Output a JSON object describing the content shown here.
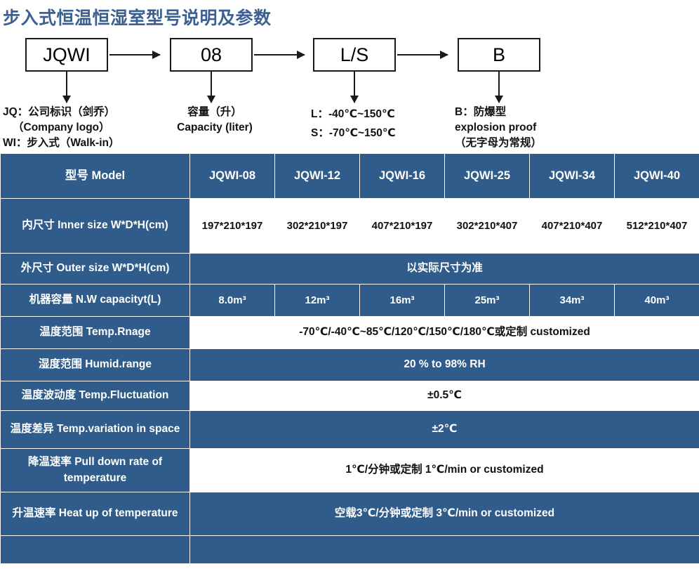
{
  "title": "步入式恒温恒湿室型号说明及参数",
  "diagram": {
    "nodes": [
      {
        "label": "JQWI"
      },
      {
        "label": "08"
      },
      {
        "label": "L/S"
      },
      {
        "label": "B"
      }
    ],
    "legends": [
      {
        "lines": [
          "JQ：公司标识（剑乔）",
          "（Company logo）",
          "WI：步入式（Walk-in）"
        ]
      },
      {
        "lines": [
          "容量（升）",
          "Capacity (liter)"
        ]
      },
      {
        "lines": [
          "L：-40℃~150℃",
          "S：-70℃~150℃"
        ]
      },
      {
        "lines": [
          "B：防爆型",
          "explosion proof",
          "（无字母为常规）"
        ]
      }
    ]
  },
  "table": {
    "header": {
      "label": "型号 Model",
      "models": [
        "JQWI-08",
        "JQWI-12",
        "JQWI-16",
        "JQWI-25",
        "JQWI-34",
        "JQWI-40"
      ]
    },
    "rows": [
      {
        "label": "内尺寸 Inner size W*D*H(cm)",
        "style": "white",
        "cells": [
          "197*210*197",
          "302*210*197",
          "407*210*197",
          "302*210*407",
          "407*210*407",
          "512*210*407"
        ]
      },
      {
        "label": "外尺寸 Outer size W*D*H(cm)",
        "style": "blue",
        "span": "以实际尺寸为准"
      },
      {
        "label": "机器容量 N.W capacityt(L)",
        "style": "blue",
        "cells": [
          "8.0m³",
          "12m³",
          "16m³",
          "25m³",
          "34m³",
          "40m³"
        ]
      },
      {
        "label": "温度范围 Temp.Rnage",
        "style": "white",
        "span": "-70℃/-40℃~85℃/120℃/150℃/180℃或定制 customized"
      },
      {
        "label": "湿度范围 Humid.range",
        "style": "blue",
        "span": "20 % to 98% RH"
      },
      {
        "label": "温度波动度 Temp.Fluctuation",
        "style": "white",
        "span": "±0.5℃"
      },
      {
        "label": "温度差异 Temp.variation in space",
        "style": "blue",
        "span": "±2℃"
      },
      {
        "label": "降温速率 Pull down rate of temperature",
        "style": "white",
        "span": "1℃/分钟或定制    1℃/min or customized"
      },
      {
        "label": "升温速率 Heat up of temperature",
        "style": "blue",
        "span": "空载3℃/分钟或定制 3℃/min or customized"
      },
      {
        "label": "",
        "style": "blue",
        "span": ""
      }
    ]
  },
  "colors": {
    "title": "#3c6091",
    "table_blue": "#2f5c8a",
    "table_white": "#ffffff",
    "diagram_line": "#1a1a1a"
  }
}
